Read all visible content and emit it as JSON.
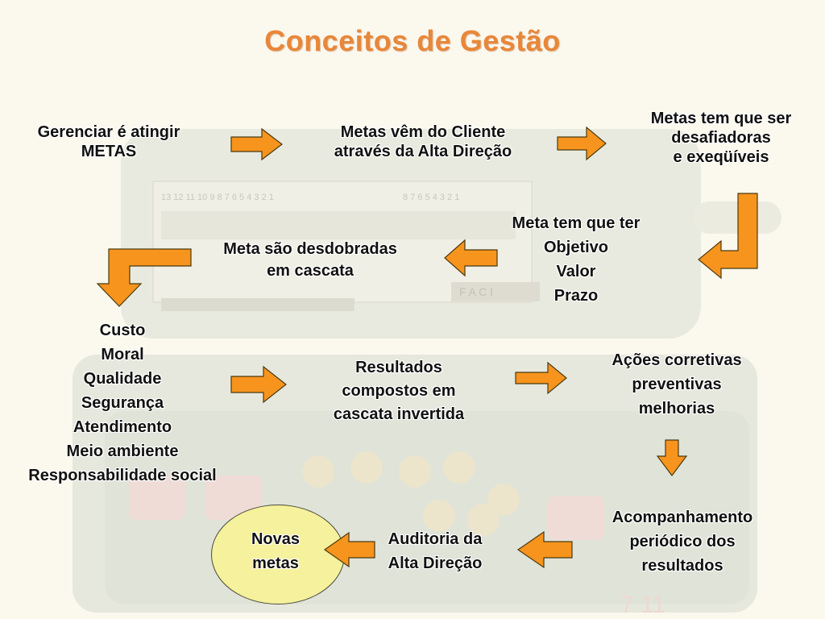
{
  "title": "Conceitos de Gestão",
  "colors": {
    "arrow_fill": "#f7941d",
    "arrow_stroke": "#4a3a10",
    "circle_fill": "#f5f19c",
    "title": "#e8873a"
  },
  "nodes": {
    "gerenciar": [
      "Gerenciar é atingir",
      "METAS"
    ],
    "metas_cliente": [
      "Metas vêm do Cliente",
      "através da Alta Direção"
    ],
    "metas_desafiadoras": [
      "Metas tem que ser",
      "desafiadoras",
      "e exeqüíveis"
    ],
    "meta_objetivo": [
      "Meta tem que ter",
      "Objetivo",
      "Valor",
      "Prazo"
    ],
    "meta_desdobradas": [
      "Meta são desdobradas",
      "em cascata"
    ],
    "dimensoes": [
      "Custo",
      "Moral",
      "Qualidade",
      "Segurança",
      "Atendimento",
      "Meio ambiente",
      "Responsabilidade social"
    ],
    "resultados": [
      "Resultados",
      "compostos em",
      "cascata invertida"
    ],
    "acoes": [
      "Ações corretivas",
      "preventivas",
      "melhorias"
    ],
    "acompanhamento": [
      "Acompanhamento",
      "periódico dos",
      "resultados"
    ],
    "auditoria": [
      "Auditoria da",
      "Alta Direção"
    ],
    "novas_metas": [
      "Novas",
      "metas"
    ]
  }
}
